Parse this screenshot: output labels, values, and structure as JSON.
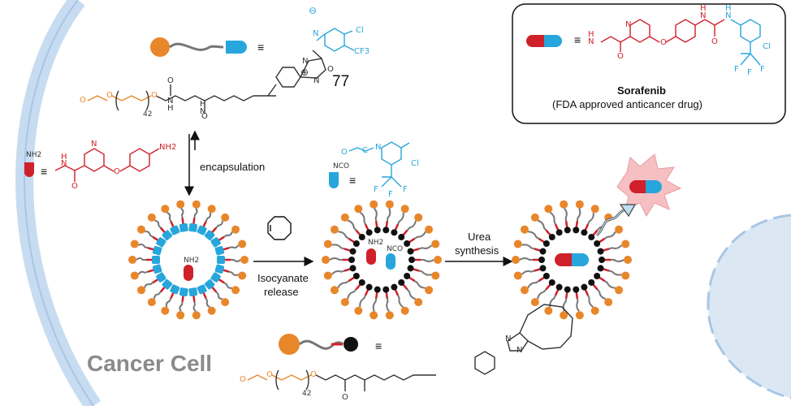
{
  "compound_number": "77",
  "equiv_symbol": "≡",
  "sorafenib_box": {
    "name": "Sorafenib",
    "description": "(FDA approved anticancer drug)",
    "atoms": {
      "h_n": "H\nN",
      "n_ring": "N",
      "o_ether": "O",
      "h1": "H",
      "h2": "H",
      "n1": "N",
      "n2": "N",
      "o_urea": "O",
      "o_amide": "O",
      "cl": "Cl",
      "f1": "F",
      "f2": "F",
      "f3": "F"
    }
  },
  "top_reagent": {
    "atoms": {
      "minus": "⊖",
      "n": "N",
      "cl": "Cl",
      "cf3": "CF3",
      "n_plus": "N",
      "plus": "⊕",
      "o": "O",
      "n_ring": "N"
    }
  },
  "peg_chain": {
    "end": "O",
    "repeat": "42",
    "o1": "O",
    "o2": "O",
    "nh": "H\nN",
    "n2": "N\nH",
    "o_top": "O",
    "o_bottom": "O"
  },
  "amine_fragment": {
    "nh2": "NH2",
    "ring_n": "N",
    "nh": "N",
    "h": "H",
    "o": "O",
    "o_ether": "O"
  },
  "isocyanate_fragment": {
    "nco": "NCO",
    "o": "O",
    "c": "C",
    "n": "N",
    "cl": "Cl",
    "f1": "F",
    "f2": "F",
    "f3": "F"
  },
  "arrows": {
    "encapsulation": "encapsulation",
    "isocyanate_release_1": "Isocyanate",
    "isocyanate_release_2": "release",
    "urea_synthesis_1": "Urea",
    "urea_synthesis_2": "synthesis"
  },
  "micelle_labels": {
    "nh2_1": "NH2",
    "nh2_2": "NH2",
    "nco": "NCO"
  },
  "bottom_reagent": {
    "n1": "N",
    "n2": "N"
  },
  "cell_label": "Cancer Cell",
  "colors": {
    "red": "#d0202a",
    "blue": "#27a6dc",
    "orange": "#e8862a",
    "cell": "#c7dcf0",
    "grey": "#777777"
  }
}
